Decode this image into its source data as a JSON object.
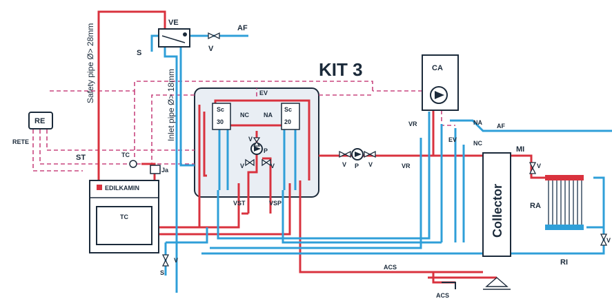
{
  "labels": {
    "ve": "VE",
    "af_top": "AF",
    "s_top": "S",
    "v_top": "V",
    "safety_pipe": "Safety pipe Ø> 28mm",
    "inlet_pipe": "Inlet pipe Ø> 18mm",
    "kit": "KIT 3",
    "ca": "CA",
    "re": "RE",
    "rete": "RETE",
    "st": "ST",
    "tc_sensor": "TC",
    "ja": "Ja",
    "brand": "EDILKAMIN",
    "tc_boiler": "TC",
    "ev_top": "EV",
    "nc_left": "NC",
    "na_left": "NA",
    "sc30_a": "Sc",
    "sc30_b": "30",
    "sc20_a": "Sc",
    "sc20_b": "20",
    "v_kit_upper": "V",
    "p_kit": "P",
    "v_kit_left": "V",
    "v_kit_right": "V",
    "vst": "VST",
    "vsp": "VSP",
    "v_mid1": "V",
    "p_mid": "P",
    "v_mid2": "V",
    "vr_mid": "VR",
    "vr_top": "VR",
    "na_right": "NA",
    "ev_right": "EV",
    "nc_right": "NC",
    "af_right": "AF",
    "mi": "MI",
    "v_mi": "V",
    "collector": "Collector",
    "ra": "RA",
    "v_ri": "V",
    "ri": "RI",
    "acs_mid": "ACS",
    "acs_bottom": "ACS",
    "v_bottom": "V",
    "s_bottom": "S"
  },
  "colors": {
    "hot": "#d9323e",
    "cold": "#2f9fd8",
    "signal": "#c8457f",
    "kit_fill": "#e9eef4",
    "outline": "#1b2a3a"
  }
}
